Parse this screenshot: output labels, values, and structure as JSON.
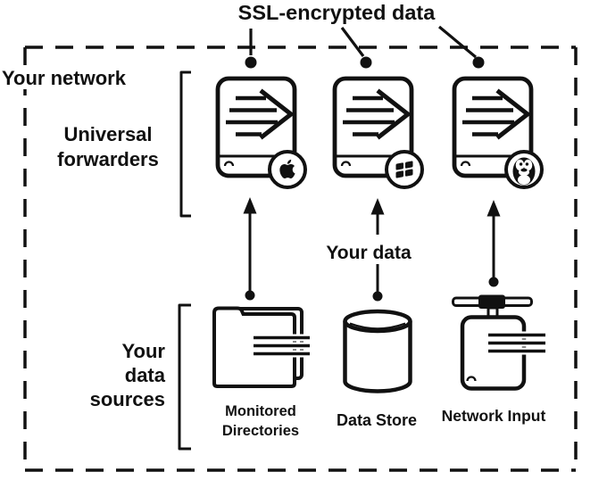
{
  "diagram": {
    "title": "SSL-encrypted data",
    "labels": {
      "network": "Your network",
      "forwarders": [
        "Universal",
        "forwarders"
      ],
      "your_data": "Your data",
      "sources": [
        "Your",
        "data",
        "sources"
      ]
    },
    "forwarders": [
      {
        "os_icon": "apple-icon"
      },
      {
        "os_icon": "windows-icon"
      },
      {
        "os_icon": "linux-tux-icon"
      }
    ],
    "data_sources": [
      {
        "icon": "folder-icon",
        "label_lines": [
          "Monitored",
          "Directories"
        ]
      },
      {
        "icon": "database-cylinder-icon",
        "label_lines": [
          "Data Store"
        ]
      },
      {
        "icon": "network-device-icon",
        "label_lines": [
          "Network Input"
        ]
      }
    ],
    "colors": {
      "ink": "#111111",
      "background": "#ffffff"
    }
  }
}
